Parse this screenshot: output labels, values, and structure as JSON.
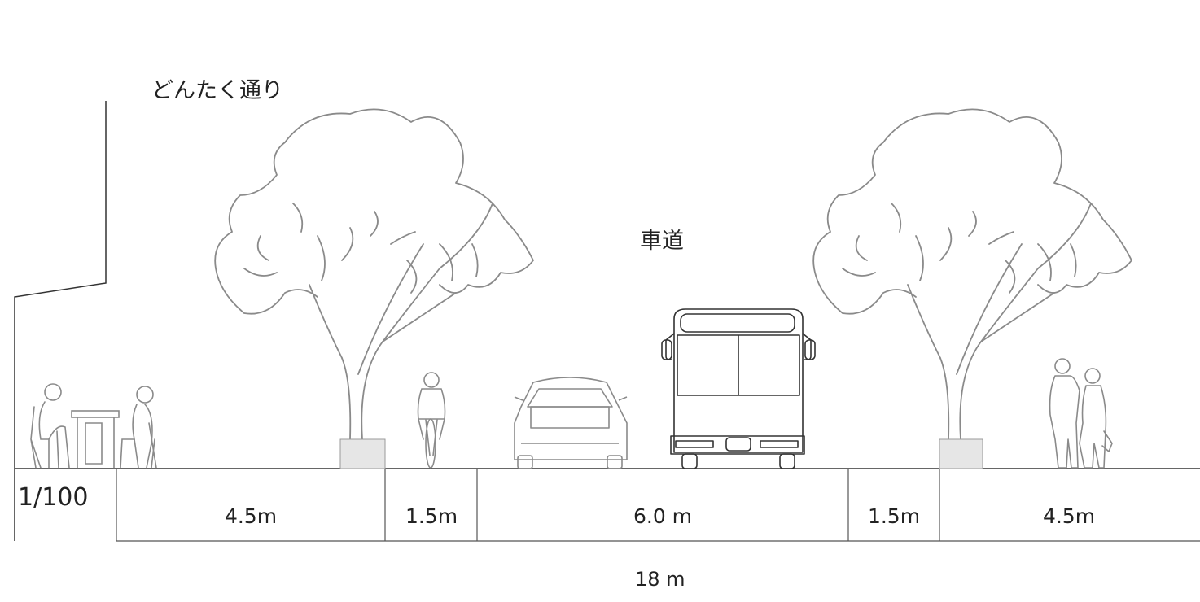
{
  "street_name": "どんたく通り",
  "roadway_label": "車道",
  "scale": "1/100",
  "total_width": "18 m",
  "segments": [
    {
      "label": "4.5m"
    },
    {
      "label": "1.5m"
    },
    {
      "label": "6.0 m"
    },
    {
      "label": "1.5m"
    },
    {
      "label": "4.5m"
    }
  ],
  "colors": {
    "line": "#333333",
    "sketch": "#8a8a8a",
    "planter_fill": "#e6e6e6"
  },
  "icons": [
    "building-outline",
    "cafe-people-icon",
    "tree-sketch",
    "planter-box",
    "cyclist-icon",
    "car-rear-icon",
    "bus-front-icon",
    "couple-walking-icon"
  ]
}
